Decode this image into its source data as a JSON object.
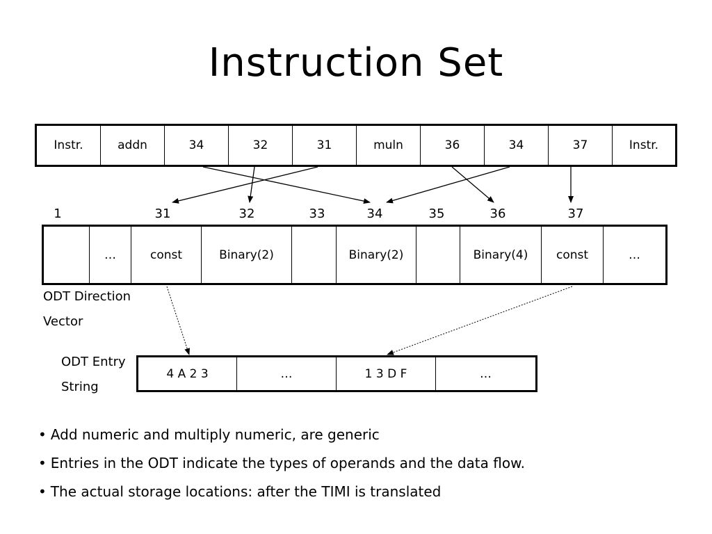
{
  "title": "Instruction Set",
  "instruction_row": [
    "Instr.",
    "addn",
    "34",
    "32",
    "31",
    "muln",
    "36",
    "34",
    "37",
    "Instr."
  ],
  "odt_indices": [
    "1",
    "31",
    "32",
    "33",
    "34",
    "35",
    "36",
    "37"
  ],
  "odt_row": [
    "",
    "…",
    "const",
    "Binary(2)",
    "",
    "Binary(2)",
    "",
    "Binary(4)",
    "const",
    "…"
  ],
  "odt_label": {
    "line1": "ODT Direction",
    "line2": "Vector"
  },
  "entry_label": {
    "line1": "ODT Entry",
    "line2": "String"
  },
  "entry_row": [
    "4 A 2 3",
    "…",
    "1 3 D F",
    "…"
  ],
  "bullets": [
    "Add numeric and multiply numeric, are generic",
    "Entries in the ODT indicate the types of operands and the data flow.",
    "The actual storage locations: after the TIMI is translated"
  ]
}
